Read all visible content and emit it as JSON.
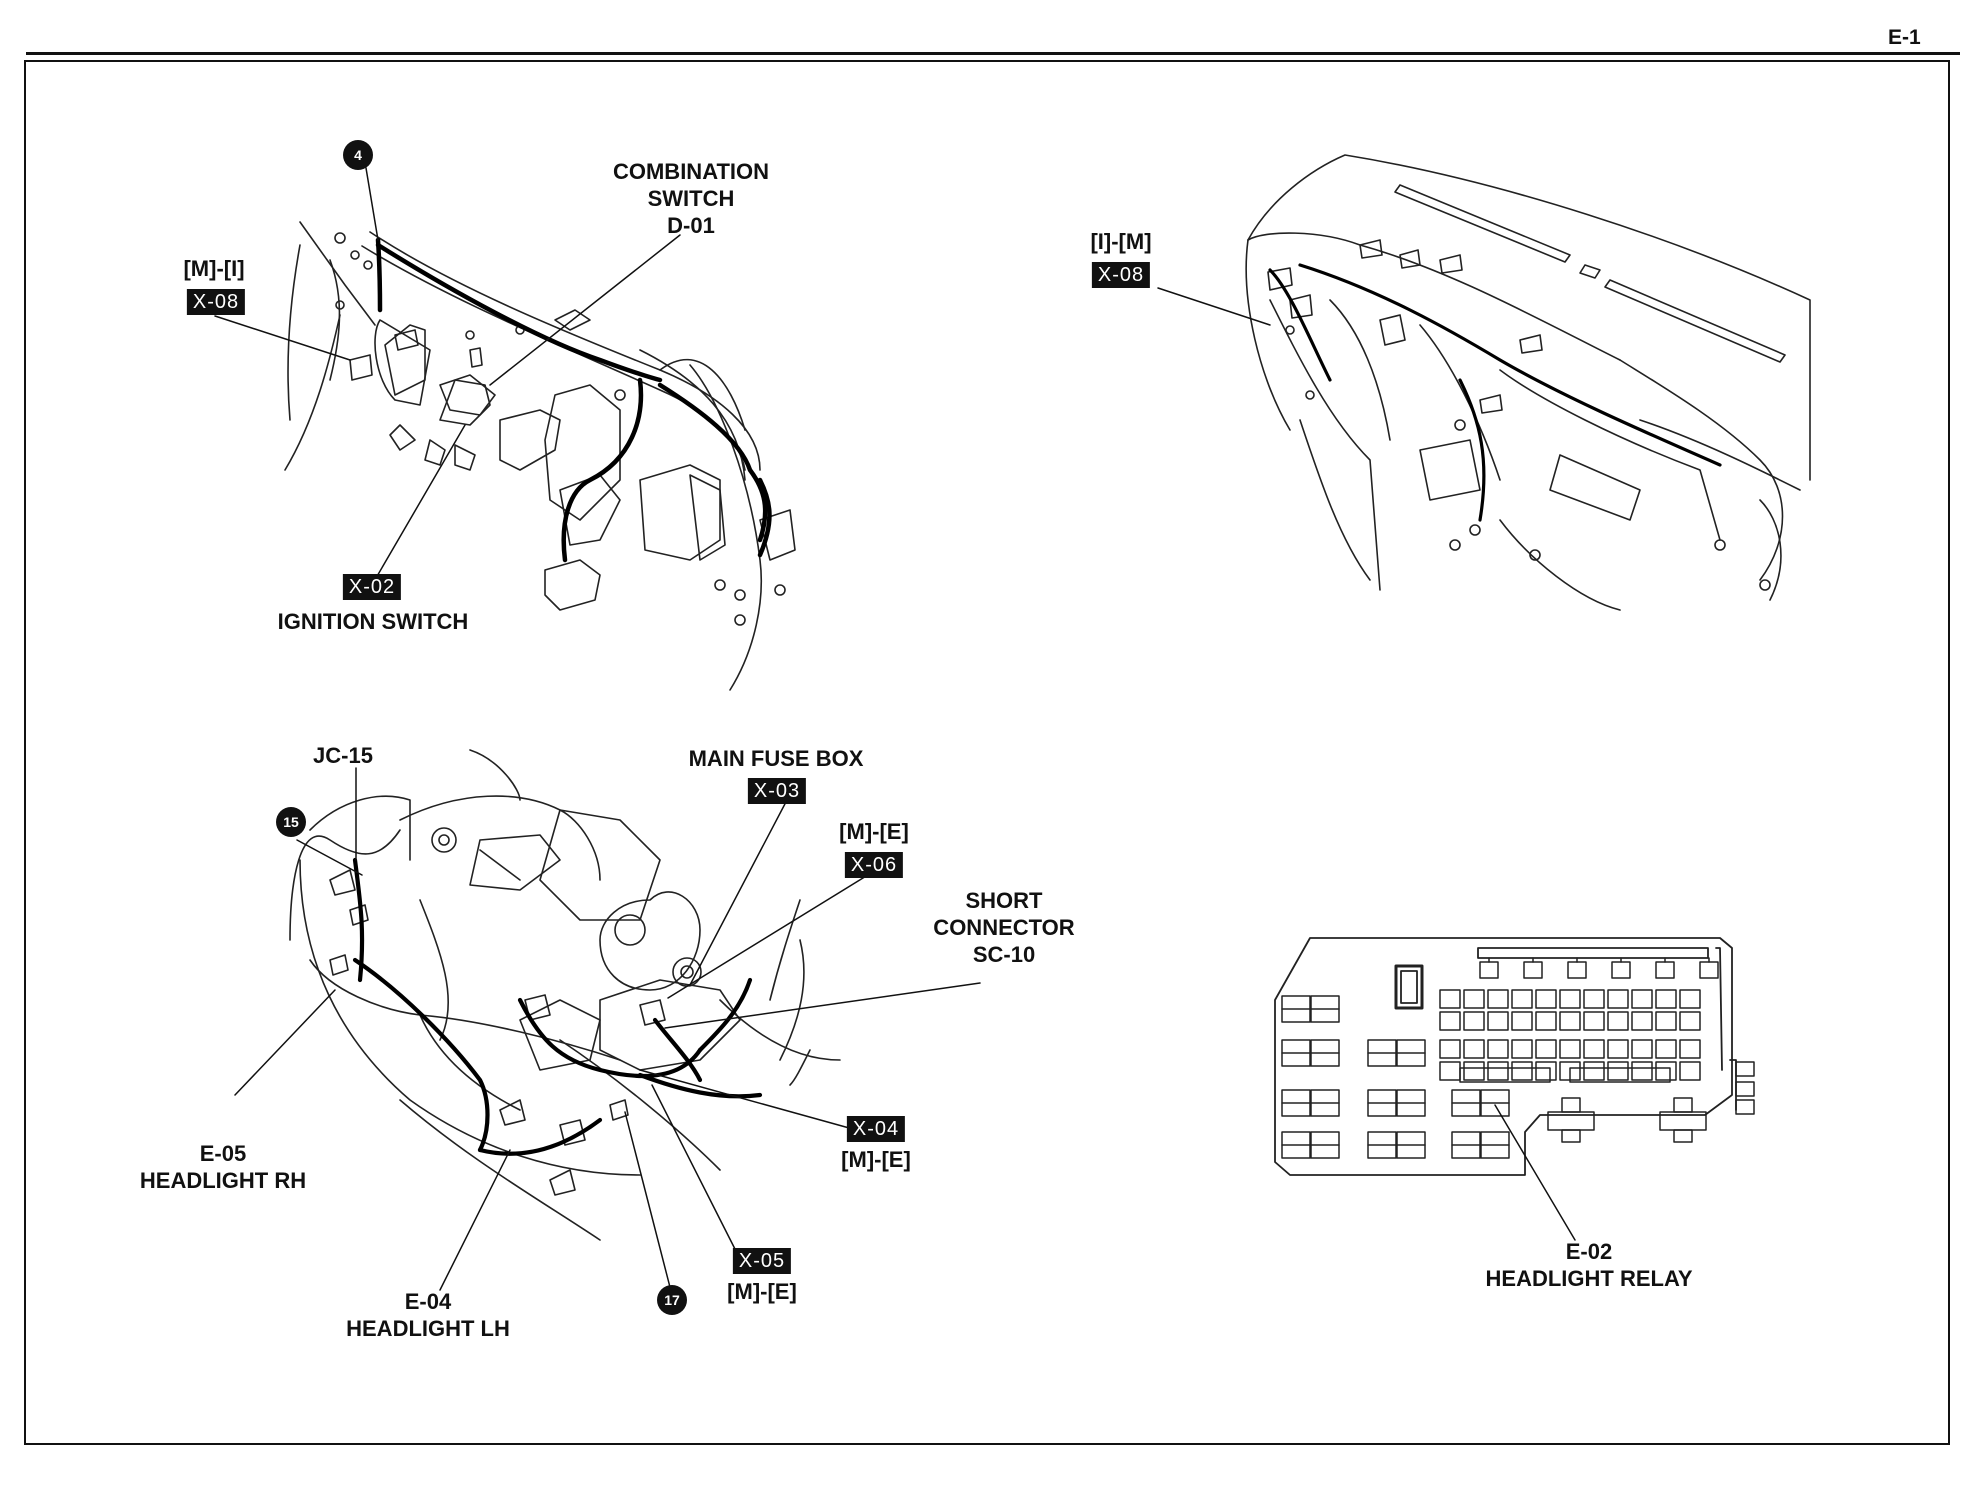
{
  "page": {
    "number": "E-1"
  },
  "dashboard_left": {
    "callout": "4",
    "combination_switch": {
      "lines": [
        "COMBINATION",
        "SWITCH",
        "D-01"
      ]
    },
    "mi_connector": {
      "label": "[M]-[I]",
      "tag": "X-08"
    },
    "ignition_switch": {
      "tag": "X-02",
      "label": "IGNITION SWITCH"
    }
  },
  "dashboard_right": {
    "im_connector": {
      "label": "[I]-[M]",
      "tag": "X-08"
    }
  },
  "engine_bay": {
    "callouts": [
      "15",
      "17"
    ],
    "jc15": "JC-15",
    "main_fuse_box": {
      "label": "MAIN FUSE BOX",
      "tag": "X-03"
    },
    "me_x06": {
      "label": "[M]-[E]",
      "tag": "X-06"
    },
    "short_connector": {
      "lines": [
        "SHORT",
        "CONNECTOR",
        "SC-10"
      ]
    },
    "me_x04": {
      "tag": "X-04",
      "label": "[M]-[E]"
    },
    "me_x05": {
      "tag": "X-05",
      "label": "[M]-[E]"
    },
    "headlight_rh": {
      "lines": [
        "E-05",
        "HEADLIGHT RH"
      ]
    },
    "headlight_lh": {
      "lines": [
        "E-04",
        "HEADLIGHT LH"
      ]
    }
  },
  "fuse_panel": {
    "headlight_relay": {
      "lines": [
        "E-02",
        "HEADLIGHT RELAY"
      ]
    }
  }
}
